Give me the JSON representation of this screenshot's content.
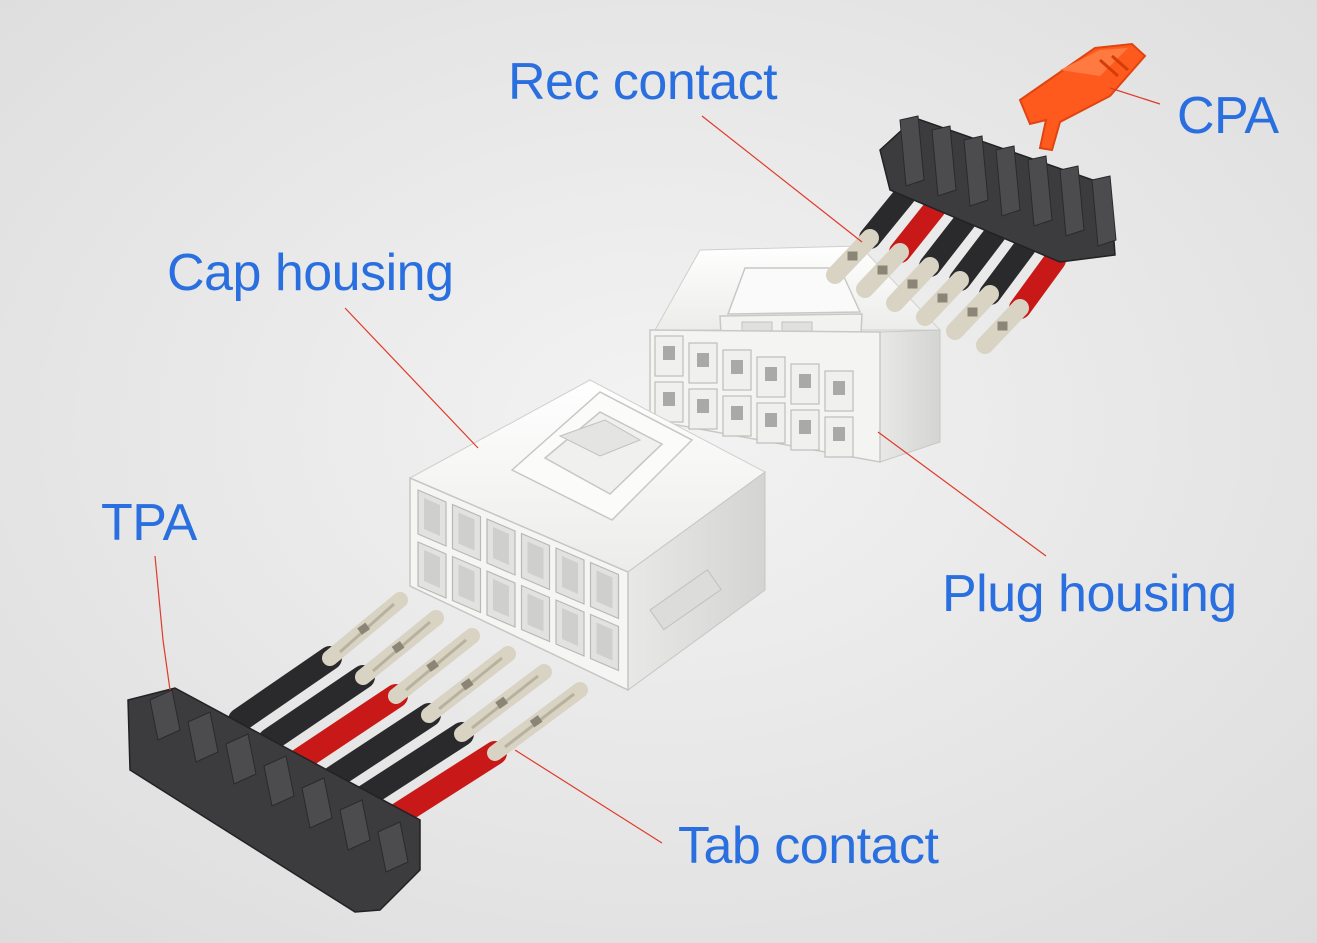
{
  "labels": {
    "rec_contact": "Rec contact",
    "cpa": "CPA",
    "cap_housing": "Cap housing",
    "tpa": "TPA",
    "plug_housing": "Plug housing",
    "tab_contact": "Tab contact"
  },
  "colors": {
    "label_text": "#2a6fe0",
    "leader_line": "#e03a2a",
    "background": "#e9e9e9",
    "housing_white": "#f6f6f4",
    "tpa_dark": "#3c3c3e",
    "wire_red": "#c81818",
    "wire_black": "#2a2a2c",
    "contact_metal": "#d8d3c2",
    "cpa_orange": "#ff5a1e"
  }
}
